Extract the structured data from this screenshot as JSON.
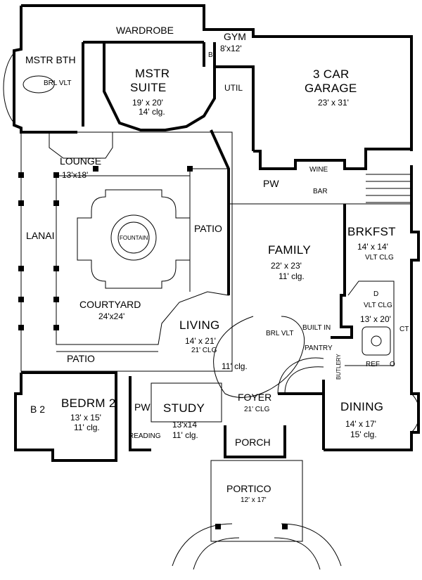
{
  "rooms": {
    "wardrobe": {
      "name": "WARDROBE"
    },
    "gym": {
      "name": "GYM",
      "size": "8'x12'"
    },
    "bi": {
      "name": "BI"
    },
    "garage": {
      "name": "3 CAR",
      "name2": "GARAGE",
      "size": "23' x 31'"
    },
    "mstr_bath": {
      "name": "MSTR BTH",
      "fixture": "BRL VLT"
    },
    "mstr_suite": {
      "name": "MSTR",
      "name2": "SUITE",
      "size": "19' x 20'",
      "ceiling": "14' clg."
    },
    "util": {
      "name": "UTIL"
    },
    "lounge": {
      "name": "LOUNGE",
      "size": "13'x18'"
    },
    "wine": {
      "name": "WINE"
    },
    "pw1": {
      "name": "PW"
    },
    "bar": {
      "name": "BAR"
    },
    "lanai": {
      "name": "LANAI"
    },
    "fountain": {
      "name": "FOUNTAIN"
    },
    "patio_right": {
      "name": "PATIO"
    },
    "family": {
      "name": "FAMILY",
      "size": "22' x 23'",
      "ceiling": "11' clg."
    },
    "brkfst": {
      "name": "BRKFST",
      "size": "14' x 14'",
      "ceiling": "VLT CLG"
    },
    "courtyard": {
      "name": "COURTYARD",
      "size": "24'x24'"
    },
    "kitchen": {
      "d": "D",
      "ceiling": "VLT CLG",
      "size": "13' x 20'",
      "ct": "CT"
    },
    "living": {
      "name": "LIVING",
      "size": "14' x 21'",
      "ceiling": "21' CLG"
    },
    "brl_vlt": {
      "name": "BRL VLT"
    },
    "built_in": {
      "name": "BUILT IN"
    },
    "pantry": {
      "name": "PANTRY"
    },
    "patio_bottom": {
      "name": "PATIO"
    },
    "hall": {
      "ceiling": "11' clg."
    },
    "butlery": {
      "name": "BUTLERY"
    },
    "ref": {
      "name": "REF"
    },
    "oven": {
      "name": "O"
    },
    "b2": {
      "name": "B 2"
    },
    "bedrm2": {
      "name": "BEDRM 2",
      "size": "13' x 15'",
      "ceiling": "11' clg."
    },
    "pw2": {
      "name": "PW"
    },
    "study": {
      "name": "STUDY",
      "size": "13'x14",
      "ceiling": "11' clg."
    },
    "foyer": {
      "name": "FOYER",
      "ceiling": "21' CLG"
    },
    "dining": {
      "name": "DINING",
      "size": "14' x 17'",
      "ceiling": "15' clg."
    },
    "reading": {
      "name": "READING"
    },
    "porch": {
      "name": "PORCH"
    },
    "portico": {
      "name": "PORTICO",
      "size": "12' x 17'"
    }
  }
}
